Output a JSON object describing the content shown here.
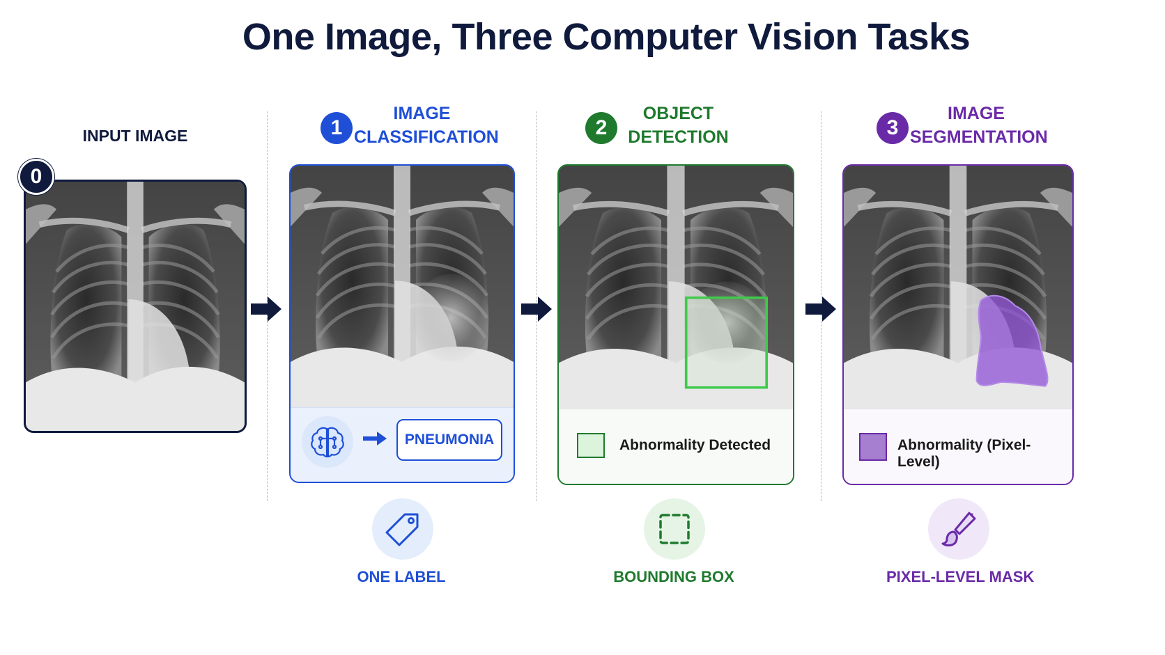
{
  "title": "One Image, Three Computer Vision Tasks",
  "colors": {
    "navy": "#0f1a3c",
    "blue": "#1f4fd6",
    "green": "#1f7a2e",
    "purple": "#6a2aa8"
  },
  "input": {
    "label": "INPUT IMAGE",
    "step": "0"
  },
  "classification": {
    "step": "1",
    "title_line1": "IMAGE",
    "title_line2": "CLASSIFICATION",
    "result": "PNEUMONIA",
    "bottom_label": "ONE LABEL",
    "icons": [
      "brain-icon",
      "arrow-right-icon",
      "tag-icon"
    ]
  },
  "detection": {
    "step": "2",
    "title_line1": "OBJECT",
    "title_line2": "DETECTION",
    "legend": "Abnormality Detected",
    "bottom_label": "BOUNDING BOX",
    "icons": [
      "bounding-box-icon"
    ]
  },
  "segmentation": {
    "step": "3",
    "title_line1": "IMAGE",
    "title_line2": "SEGMENTATION",
    "legend": "Abnormality (Pixel-Level)",
    "bottom_label": "PIXEL-LEVEL MASK",
    "icons": [
      "paintbrush-icon"
    ]
  }
}
